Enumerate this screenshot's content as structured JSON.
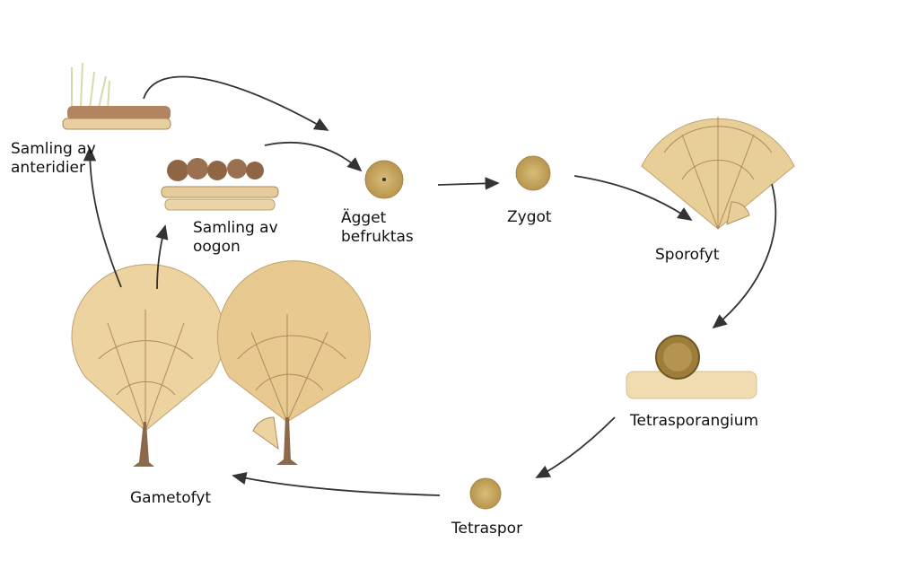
{
  "labels": {
    "anteridier_1": "Samling av",
    "anteridier_2": "anteridier",
    "oogon_1": "Samling av",
    "oogon_2": "oogon",
    "agget_1": "Ägget",
    "agget_2": "befruktas",
    "zygot": "Zygot",
    "sporofyt": "Sporofyt",
    "tetrasporangium": "Tetrasporangium",
    "tetraspor": "Tetraspor",
    "gametofyt": "Gametofyt"
  },
  "colors": {
    "fan_fill": "#e8cf98",
    "fan_line": "#b08a5a",
    "stalk": "#8a6a4a",
    "cell": "#c9a85e",
    "arrow": "#333333"
  }
}
